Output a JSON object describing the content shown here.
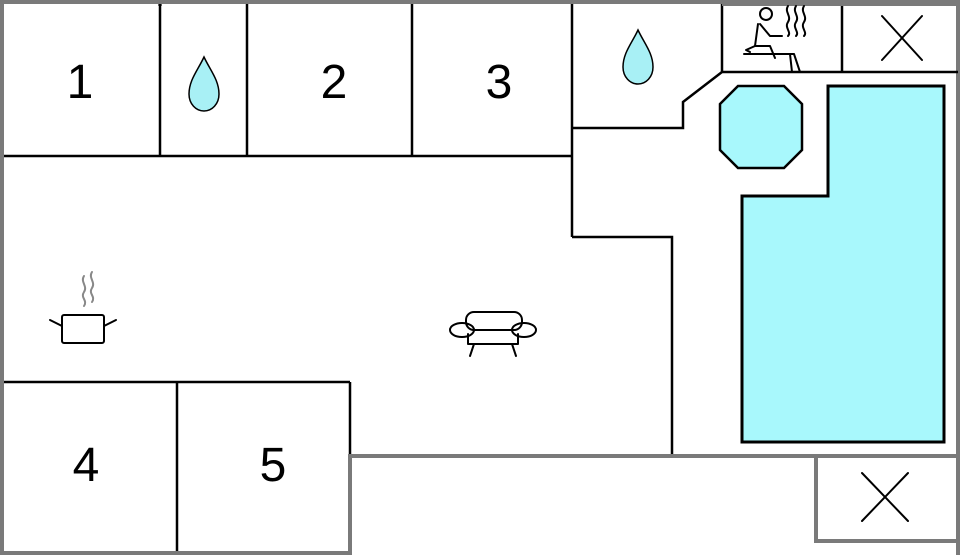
{
  "floorplan": {
    "rooms": [
      {
        "id": "room-1",
        "label": "1"
      },
      {
        "id": "room-2",
        "label": "2"
      },
      {
        "id": "room-3",
        "label": "3"
      },
      {
        "id": "room-4",
        "label": "4"
      },
      {
        "id": "room-5",
        "label": "5"
      }
    ],
    "icons": [
      "bathroom-drop-icon",
      "bathroom-drop-icon",
      "sauna-icon",
      "kitchen-pot-icon",
      "sofa-icon",
      "closed-area-cross-icon",
      "closed-area-cross-icon",
      "hot-tub-icon",
      "swimming-pool"
    ],
    "colors": {
      "water": "#a8f0f5",
      "pool": "#a8f8fc",
      "walls": "#000000",
      "outer_wall": "#7a7a7a"
    }
  }
}
